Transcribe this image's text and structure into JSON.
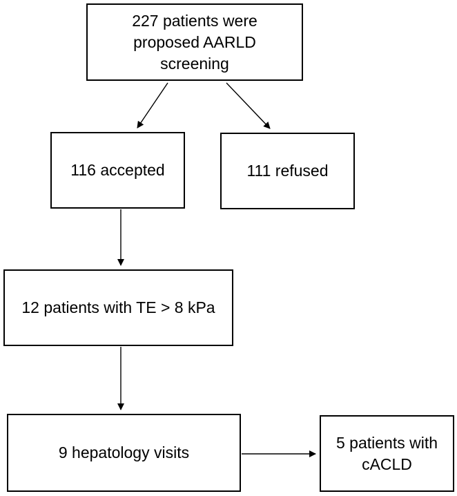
{
  "flowchart": {
    "screening": "227 patients were proposed AARLD screening",
    "accepted": "116 accepted",
    "refused": "111 refused",
    "te_positive": "12 patients with TE > 8 kPa",
    "hepatology_visits": "9 hepatology visits",
    "cacld": "5 patients with cACLD"
  }
}
